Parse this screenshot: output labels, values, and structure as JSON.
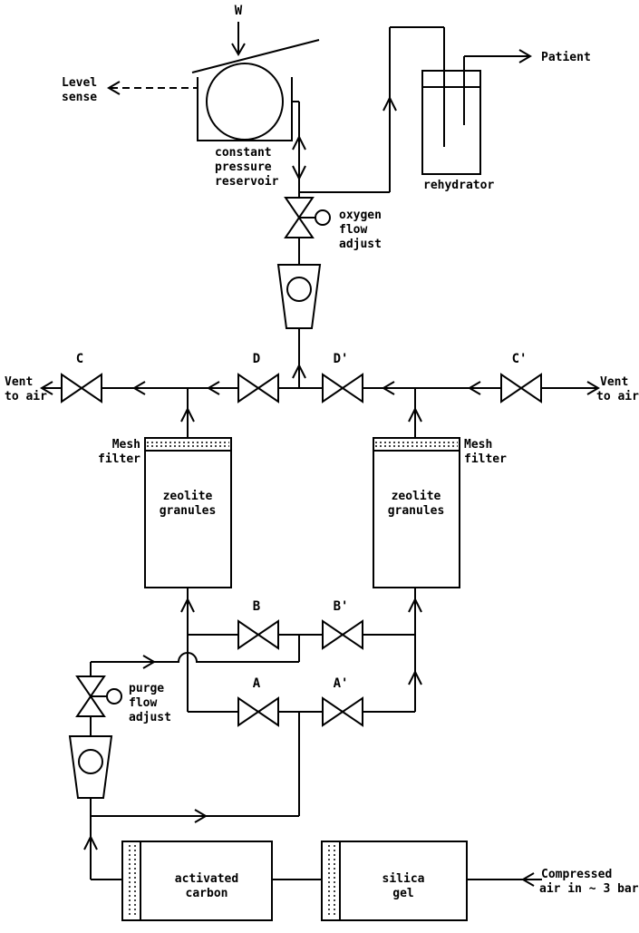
{
  "diagram": {
    "type": "schematic",
    "subject": "oxygen concentrator pneumatic diagram",
    "colors": {
      "line": "#000000",
      "background": "#ffffff"
    },
    "labels": {
      "w": "W",
      "level_sense": [
        "Level",
        "sense"
      ],
      "constant_pressure_reservoir": [
        "constant",
        "pressure",
        "reservoir"
      ],
      "patient": "Patient",
      "rehydrator": "rehydrator",
      "oxygen_flow_adjust": [
        "oxygen",
        "flow",
        "adjust"
      ],
      "vent_to_air_left": [
        "Vent",
        "to air"
      ],
      "vent_to_air_right": [
        "Vent",
        "to air"
      ],
      "valves": {
        "c": "C",
        "d": "D",
        "d_prime": "D'",
        "c_prime": "C'",
        "b": "B",
        "b_prime": "B'",
        "a": "A",
        "a_prime": "A'"
      },
      "mesh_filter_left": [
        "Mesh",
        "filter"
      ],
      "mesh_filter_right": [
        "Mesh",
        "filter"
      ],
      "zeolite_granules_left": [
        "zeolite",
        "granules"
      ],
      "zeolite_granules_right": [
        "zeolite",
        "granules"
      ],
      "purge_flow_adjust": [
        "purge",
        "flow",
        "adjust"
      ],
      "activated_carbon": [
        "activated",
        "carbon"
      ],
      "silica_gel": [
        "silica",
        "gel"
      ],
      "compressed_air_in": [
        "Compressed",
        "air in ~ 3 bar"
      ]
    }
  }
}
